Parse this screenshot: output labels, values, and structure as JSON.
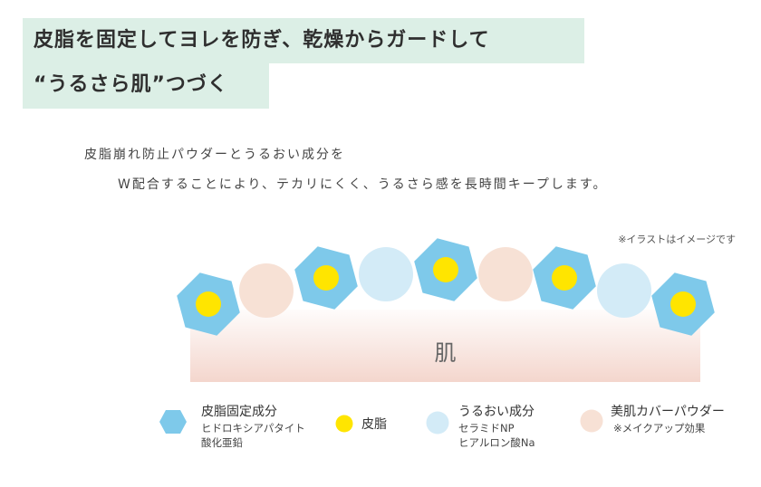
{
  "headline": {
    "line1": "皮脂を固定してヨレを防ぎ、乾燥からガードして",
    "line2": "“うるさら肌”つづく"
  },
  "body": {
    "line1": "皮脂崩れ防止パウダーとうるおい成分を",
    "line2": "W配合することにより、テカリにくく、うるさら感を長時間キープします。"
  },
  "illustration": {
    "note": "※イラストはイメージです",
    "skin_label": "肌",
    "particles": [
      "hexagon",
      "cover-circle",
      "hexagon",
      "moist-circle",
      "hexagon",
      "cover-circle",
      "hexagon",
      "moist-circle",
      "hexagon"
    ]
  },
  "legend": {
    "fix": {
      "label": "皮脂固定成分",
      "sub1": "ヒドロキシアパタイト",
      "sub2": "酸化亜鉛"
    },
    "sebum": {
      "label": "皮脂"
    },
    "moist": {
      "label": "うるおい成分",
      "sub1": "セラミドNP",
      "sub2": "ヒアルロン酸Na"
    },
    "cover": {
      "label": "美肌カバーパウダー",
      "sub1": "※メイクアップ効果"
    }
  },
  "colors": {
    "hexagon": "#7ec9ea",
    "sebum_dot": "#ffe500",
    "moist_circle": "#d3ebf7",
    "cover_circle": "#f7e1d5",
    "headline_band": "#dcefe6"
  }
}
